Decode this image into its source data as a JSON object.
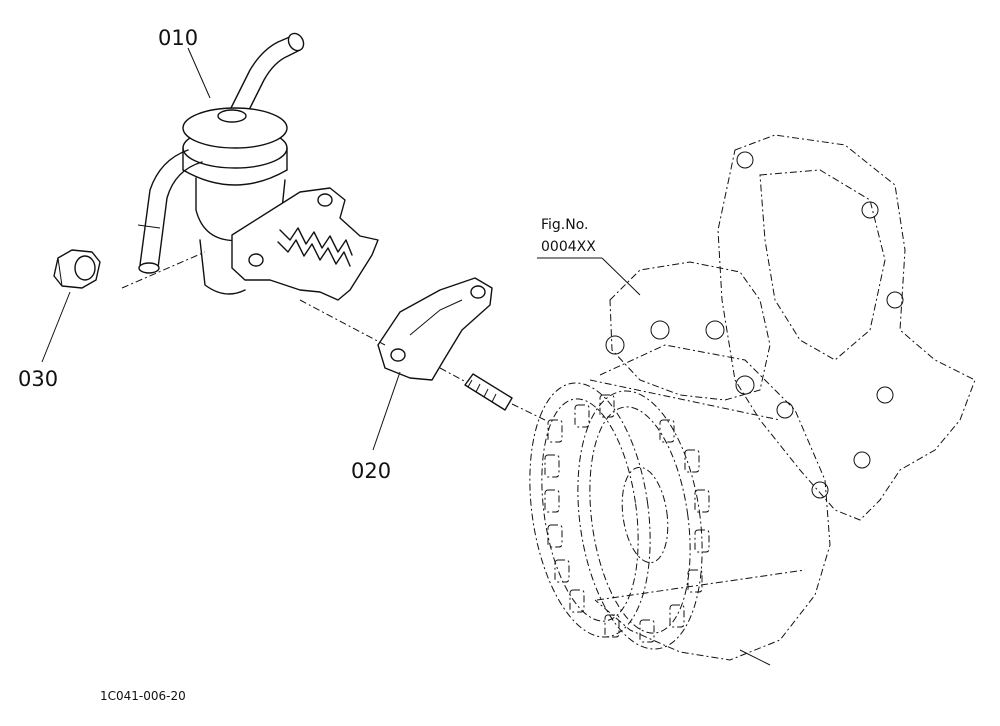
{
  "callouts": {
    "part_010": "010",
    "part_020": "020",
    "part_030": "030"
  },
  "figure_reference": {
    "line1": "Fig.No.",
    "line2": "0004XX"
  },
  "drawing_code": "1C041-006-20"
}
